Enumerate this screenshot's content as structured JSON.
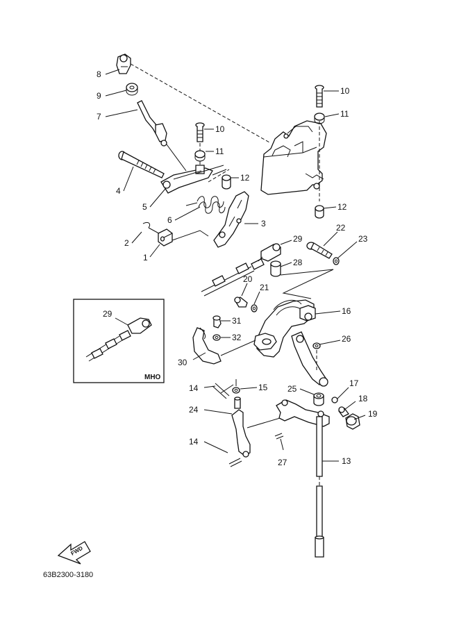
{
  "diagram": {
    "drawing_code": "63B2300-3180",
    "fwd_label": "FWD",
    "inset_label": "MHO",
    "callouts": [
      {
        "id": "c8a",
        "text": "8"
      },
      {
        "id": "c9",
        "text": "9"
      },
      {
        "id": "c7",
        "text": "7"
      },
      {
        "id": "c10a",
        "text": "10"
      },
      {
        "id": "c11a",
        "text": "11"
      },
      {
        "id": "c12a",
        "text": "12"
      },
      {
        "id": "c4",
        "text": "4"
      },
      {
        "id": "c5",
        "text": "5"
      },
      {
        "id": "c6",
        "text": "6"
      },
      {
        "id": "c3",
        "text": "3"
      },
      {
        "id": "c2",
        "text": "2"
      },
      {
        "id": "c1",
        "text": "1"
      },
      {
        "id": "c10b",
        "text": "10"
      },
      {
        "id": "c11b",
        "text": "11"
      },
      {
        "id": "c12b",
        "text": "12"
      },
      {
        "id": "c29a",
        "text": "29"
      },
      {
        "id": "c22",
        "text": "22"
      },
      {
        "id": "c23",
        "text": "23"
      },
      {
        "id": "c28",
        "text": "28"
      },
      {
        "id": "c20",
        "text": "20"
      },
      {
        "id": "c21",
        "text": "21"
      },
      {
        "id": "c16",
        "text": "16"
      },
      {
        "id": "c29b",
        "text": "29"
      },
      {
        "id": "c31",
        "text": "31"
      },
      {
        "id": "c32",
        "text": "32"
      },
      {
        "id": "c26",
        "text": "26"
      },
      {
        "id": "c30",
        "text": "30"
      },
      {
        "id": "c14a",
        "text": "14"
      },
      {
        "id": "c15",
        "text": "15"
      },
      {
        "id": "c25",
        "text": "25"
      },
      {
        "id": "c17",
        "text": "17"
      },
      {
        "id": "c18",
        "text": "18"
      },
      {
        "id": "c19",
        "text": "19"
      },
      {
        "id": "c24",
        "text": "24"
      },
      {
        "id": "c14b",
        "text": "14"
      },
      {
        "id": "c27",
        "text": "27"
      },
      {
        "id": "c13",
        "text": "13"
      }
    ]
  }
}
